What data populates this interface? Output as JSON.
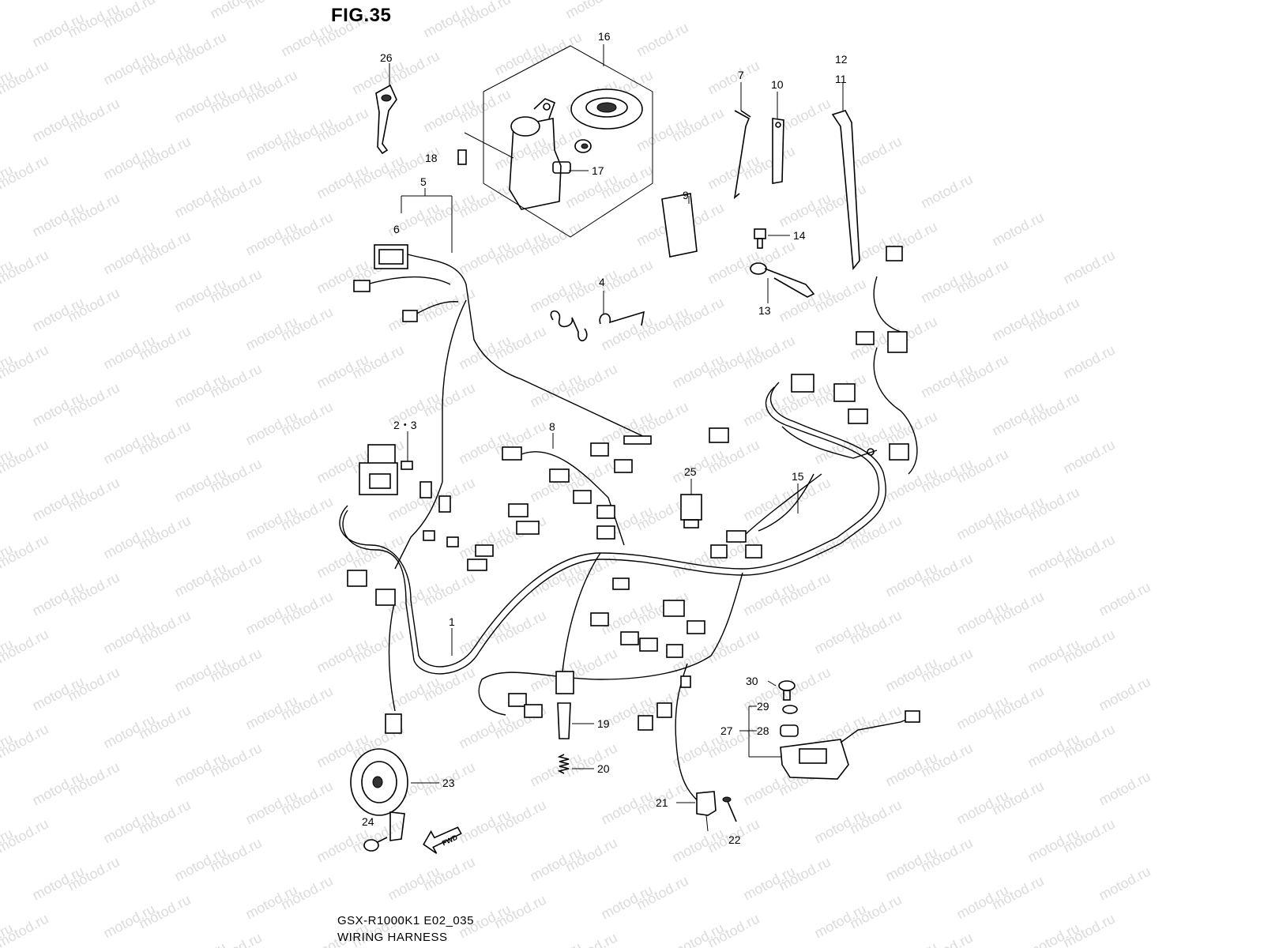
{
  "figure": {
    "title": "FIG.35"
  },
  "footer": {
    "model_code": "GSX-R1000K1 E02_035",
    "caption": "WIRING HARNESS"
  },
  "watermark": {
    "text": "motod.ru"
  },
  "fwd_arrow": {
    "text": "FWD"
  },
  "callouts": {
    "c1": "1",
    "c2_3": "2・3",
    "c4": "4",
    "c5": "5",
    "c6": "6",
    "c7": "7",
    "c8": "8",
    "c9": "9",
    "c10": "10",
    "c11": "11",
    "c12": "12",
    "c13": "13",
    "c14": "14",
    "c15": "15",
    "c16": "16",
    "c17": "17",
    "c18": "18",
    "c19": "19",
    "c20": "20",
    "c21": "21",
    "c22": "22",
    "c23": "23",
    "c24": "24",
    "c25": "25",
    "c26": "26",
    "c27": "27",
    "c28": "28",
    "c29": "29",
    "c30": "30"
  }
}
